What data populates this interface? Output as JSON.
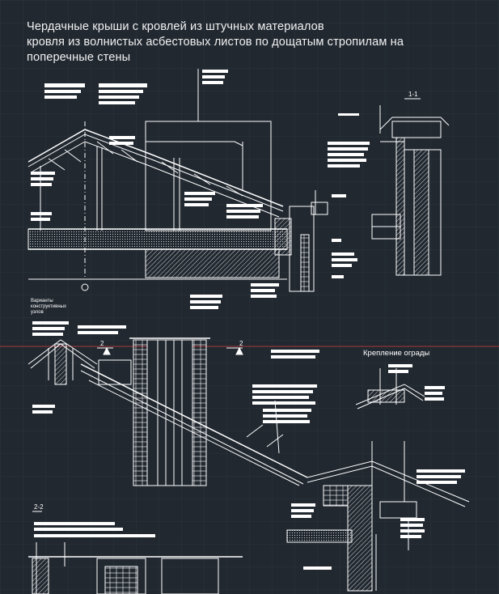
{
  "title": {
    "line1": "Чердачные крыши с кровлей из штучных материалов",
    "line2": "кровля из волнистых асбестовых листов по дощатым стропилам на",
    "line3": "поперечные стены"
  },
  "labels": {
    "section_1_1": "1-1",
    "section_2_2": "2-2",
    "section_mark_2": "2",
    "variants_note": "Варианты конструктивных узлов",
    "fence_fastening": "Крепление ограды"
  },
  "colors": {
    "background": "#212830",
    "lines": "#ffffff",
    "grid": "#2b333c",
    "cut_line": "#a83a3a"
  }
}
